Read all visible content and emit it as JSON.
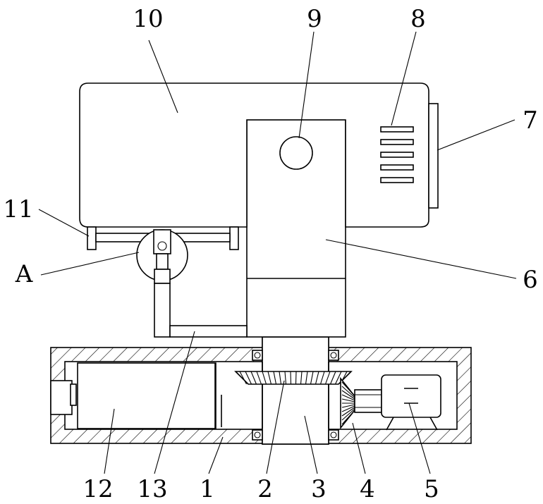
{
  "labels": {
    "l1": "1",
    "l2": "2",
    "l3": "3",
    "l4": "4",
    "l5": "5",
    "l6": "6",
    "l7": "7",
    "l8": "8",
    "l9": "9",
    "l10": "10",
    "l11": "11",
    "l12": "12",
    "l13": "13",
    "lA": "A"
  }
}
